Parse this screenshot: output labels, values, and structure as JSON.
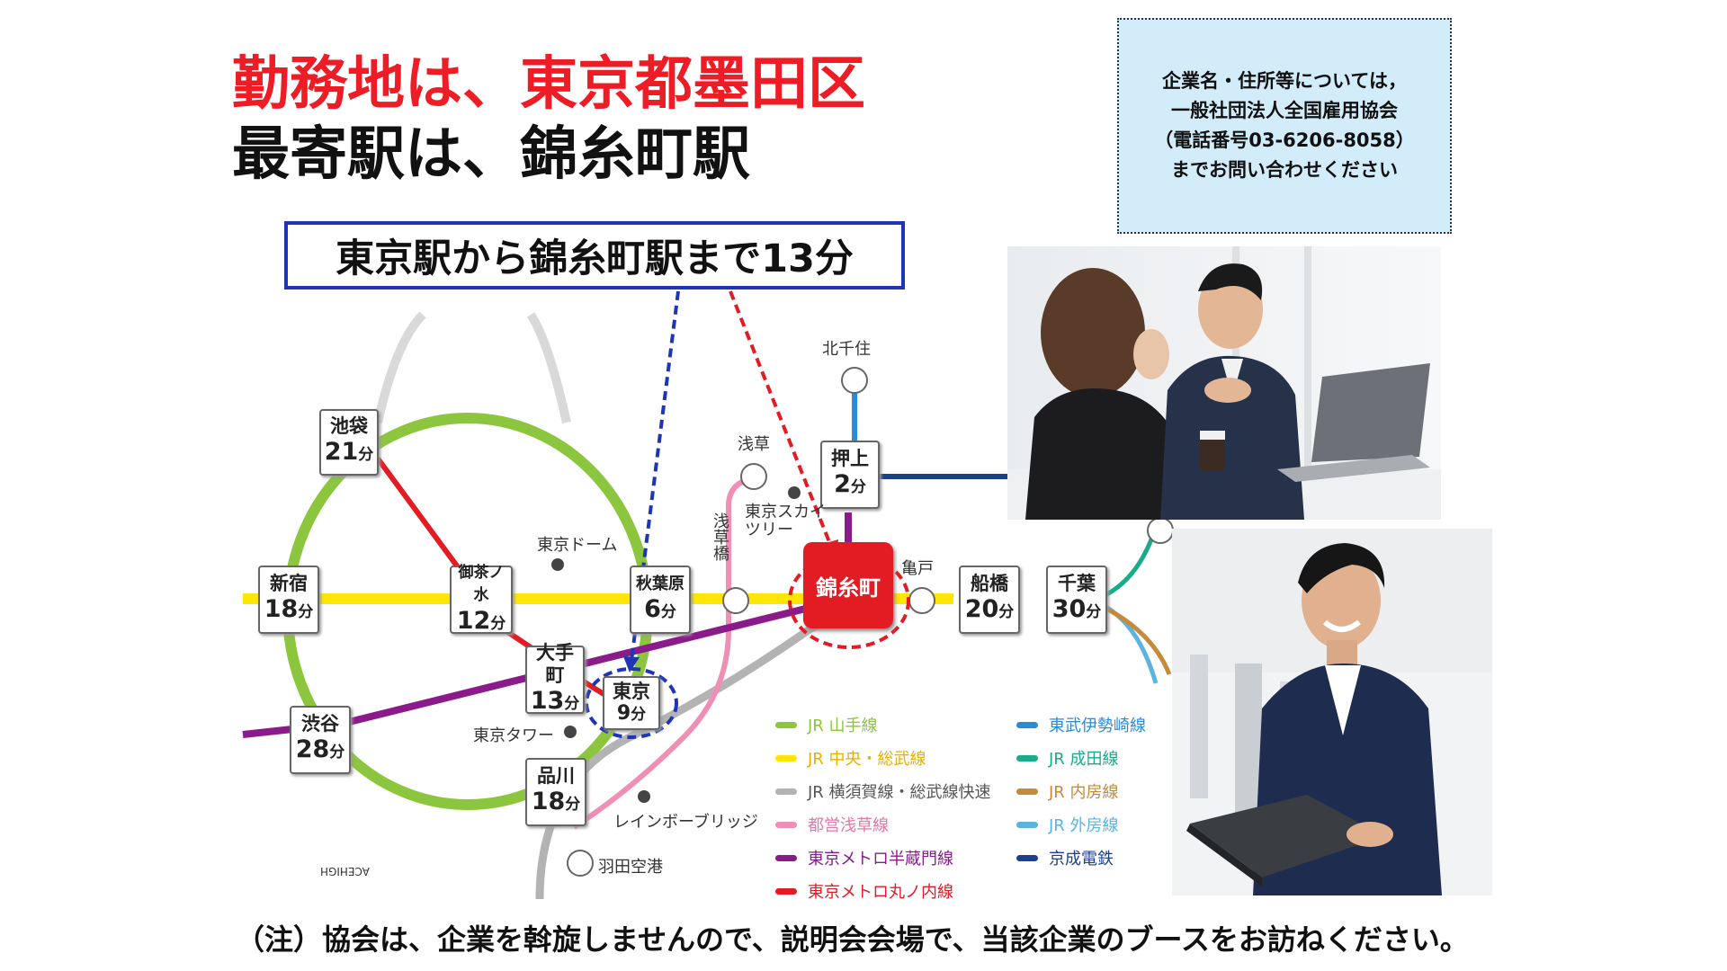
{
  "headline": {
    "line1": "勤務地は、東京都墨田区",
    "line2": "最寄駅は、錦糸町駅"
  },
  "notice": {
    "lines": [
      "企業名・住所等については，",
      "一般社団法人全国雇用協会",
      "（電話番号03-6206-8058）",
      "までお問い合わせください"
    ]
  },
  "callout": "東京駅から錦糸町駅まで13分",
  "map": {
    "stations": {
      "ikebukuro": {
        "name": "池袋",
        "min": "21",
        "unit": "分"
      },
      "shinjuku": {
        "name": "新宿",
        "min": "18",
        "unit": "分"
      },
      "ochanomizu": {
        "name": "御茶ノ水",
        "min": "12",
        "unit": "分"
      },
      "akihabara": {
        "name": "秋葉原",
        "min": "6",
        "unit": "分"
      },
      "otemachi": {
        "name": "大手町",
        "min": "13",
        "unit": "分"
      },
      "tokyo": {
        "name": "東京",
        "min": "9",
        "unit": "分"
      },
      "shibuya": {
        "name": "渋谷",
        "min": "28",
        "unit": "分"
      },
      "shinagawa": {
        "name": "品川",
        "min": "18",
        "unit": "分"
      },
      "oshiage": {
        "name": "押上",
        "min": "2",
        "unit": "分"
      },
      "funabashi": {
        "name": "船橋",
        "min": "20",
        "unit": "分"
      },
      "chiba": {
        "name": "千葉",
        "min": "30",
        "unit": "分"
      },
      "kinshicho": {
        "name": "錦糸町"
      }
    },
    "labels": {
      "kitasenju": "北千住",
      "asakusa": "浅草",
      "asakusabashi": "浅草橋",
      "skytree": "東京スカイツリー",
      "kameido": "亀戸",
      "tokyo_dome": "東京ドーム",
      "tokyo_tower": "東京タワー",
      "rainbow_bridge": "レインボーブリッジ",
      "haneda": "羽田空港",
      "credit": "ACEHIGH"
    },
    "legend": [
      {
        "label": "JR 山手線",
        "color": "#8cc63f"
      },
      {
        "label": "JR 中央・総武線",
        "color": "#ffe600"
      },
      {
        "label": "JR 横須賀線・総武線快速",
        "color": "#b3b3b3"
      },
      {
        "label": "都営浅草線",
        "color": "#ef8fb6"
      },
      {
        "label": "東京メトロ半蔵門線",
        "color": "#8b1a8b"
      },
      {
        "label": "東京メトロ丸ノ内線",
        "color": "#e31b23"
      },
      {
        "label": "東武伊勢崎線",
        "color": "#2a8bd8"
      },
      {
        "label": "JR 成田線",
        "color": "#1aab8a"
      },
      {
        "label": "JR 内房線",
        "color": "#c58a3a"
      },
      {
        "label": "JR 外房線",
        "color": "#5ab4e0"
      },
      {
        "label": "京成電鉄",
        "color": "#1c3f8f"
      }
    ]
  },
  "footnote": "（注）協会は、企業を斡旋しませんので、説明会会場で、当該企業のブースをお訪ねください。"
}
